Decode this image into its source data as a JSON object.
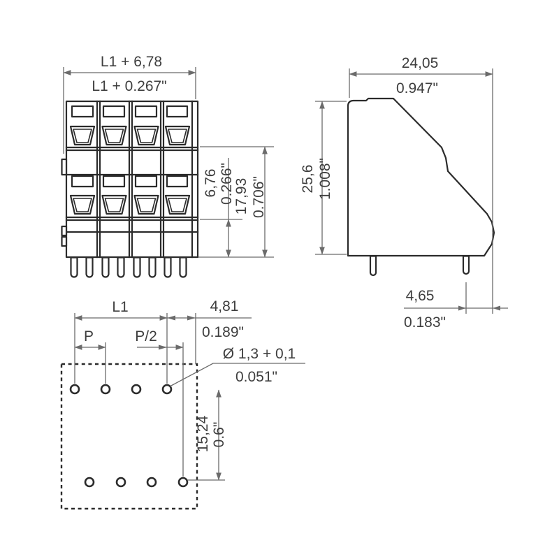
{
  "front": {
    "width_mm": "L1 + 6,78",
    "width_in": "L1 + 0.267\"",
    "clamp_mm": "6,76",
    "clamp_in": "0.266\"",
    "height_mm": "17,93",
    "height_in": "0.706\""
  },
  "side": {
    "depth_mm": "24,05",
    "depth_in": "0.947\"",
    "height_mm": "25,6",
    "height_in": "1.008\"",
    "pin_offset_mm": "4,65",
    "pin_offset_in": "0.183\""
  },
  "plan": {
    "l1_label": "L1",
    "edge_mm": "4,81",
    "edge_in": "0.189\"",
    "pitch_label": "P",
    "half_pitch_label": "P/2",
    "hole_dia_mm": "Ø 1,3 + 0,1",
    "hole_dia_in": "0.051\"",
    "row_spacing_mm": "15,24",
    "row_spacing_in": "0.6\""
  },
  "colors": {
    "object_line": "#2b2b2b",
    "dimension_line": "#6b6b6b",
    "text": "#3e3e3e",
    "background": "#ffffff"
  }
}
